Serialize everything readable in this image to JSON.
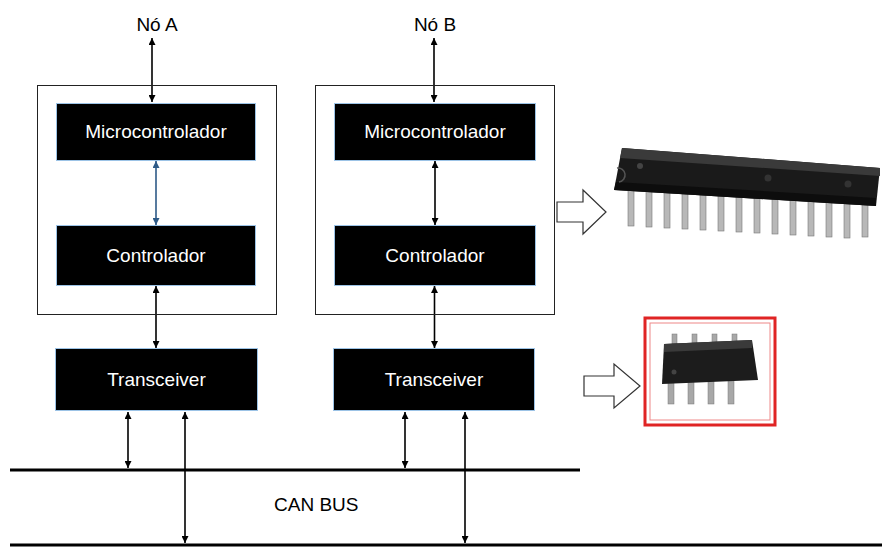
{
  "diagram": {
    "nodes": [
      {
        "text": [
          "Nó A"
        ]
      },
      {
        "text": [
          "Microcontrolador"
        ],
        "in": 0
      },
      {
        "text": [
          "Controlador"
        ],
        "in": 0
      },
      {
        "text": [
          "Transceiver"
        ]
      },
      {
        "text": [
          "Nó B"
        ]
      },
      {
        "text": [
          "Microcontrolador"
        ],
        "in": 4
      },
      {
        "text": [
          "Controlador"
        ],
        "in": 4
      },
      {
        "text": [
          "Transceiver"
        ]
      }
    ],
    "edges": [
      {
        "from": 1,
        "to": 2,
        "arrow": "both"
      },
      {
        "from": 2,
        "to": 3,
        "arrow": "both"
      },
      {
        "from": 5,
        "to": 6,
        "arrow": "both"
      },
      {
        "from": 6,
        "to": 7,
        "arrow": "both"
      }
    ],
    "labels": [
      "CAN BUS"
    ]
  }
}
